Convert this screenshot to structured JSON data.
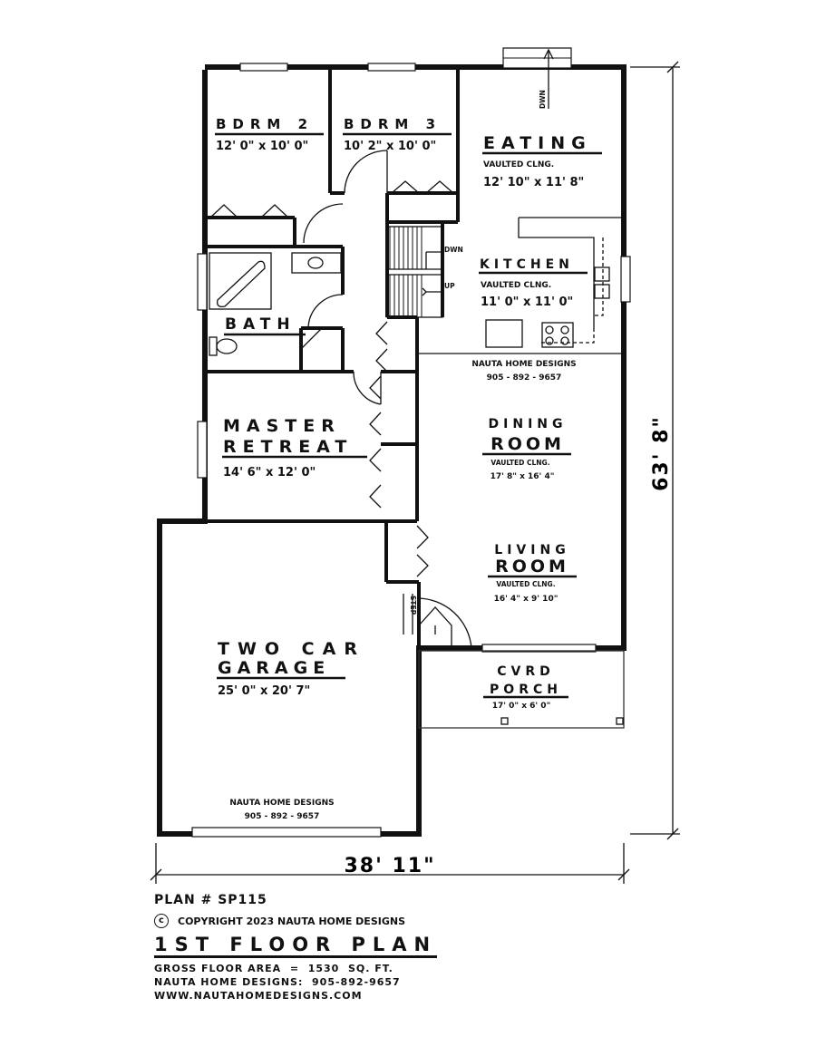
{
  "plan": {
    "rooms": {
      "bdrm2": {
        "name": "BDRM 2",
        "size": "12' 0\" x 10' 0\""
      },
      "bdrm3": {
        "name": "BDRM 3",
        "size": "10' 2\" x 10' 0\""
      },
      "eating": {
        "name": "EATING",
        "note": "VAULTED CLNG.",
        "size": "12' 10\" x 11' 8\""
      },
      "kitchen": {
        "name": "KITCHEN",
        "note": "VAULTED CLNG.",
        "size": "11' 0\" x 11' 0\""
      },
      "bath": {
        "name": "BATH"
      },
      "master": {
        "name_line1": "MASTER",
        "name_line2": "RETREAT",
        "size": "14' 6\" x 12' 0\""
      },
      "dining": {
        "name_line1": "DINING",
        "name_line2": "ROOM",
        "note": "VAULTED CLNG.",
        "size": "17' 8\" x 16' 4\""
      },
      "living": {
        "name_line1": "LIVING",
        "name_line2": "ROOM",
        "note": "VAULTED CLNG.",
        "size": "16' 4\" x 9' 10\""
      },
      "garage": {
        "name_line1": "TWO CAR",
        "name_line2": "GARAGE",
        "size": "25' 0\" x 20' 7\""
      },
      "porch": {
        "name_line1": "CVRD",
        "name_line2": "PORCH",
        "size": "17' 0\" x 6' 0\""
      }
    },
    "stairs": {
      "down_label": "DWN",
      "up_label": "UP",
      "exterior_down_label": "DWN",
      "step_label": "STEP"
    },
    "branding": {
      "kitchen_company": "NAUTA HOME DESIGNS",
      "kitchen_phone": "905 - 892 - 9657",
      "garage_company": "NAUTA HOME DESIGNS",
      "garage_phone": "905 - 892 - 9657"
    },
    "dimensions": {
      "width": "38' 11\"",
      "depth": "63' 8\""
    }
  },
  "footer": {
    "plan_number": "PLAN # SP115",
    "copyright_symbol": "c",
    "copyright": "COPYRIGHT 2023 NAUTA HOME DESIGNS",
    "title": "1ST FLOOR PLAN",
    "gross_area": "GROSS FLOOR AREA  =  1530  SQ. FT.",
    "contact": "NAUTA HOME DESIGNS:  905-892-9657",
    "website": "WWW.NAUTAHOMEDESIGNS.COM"
  }
}
